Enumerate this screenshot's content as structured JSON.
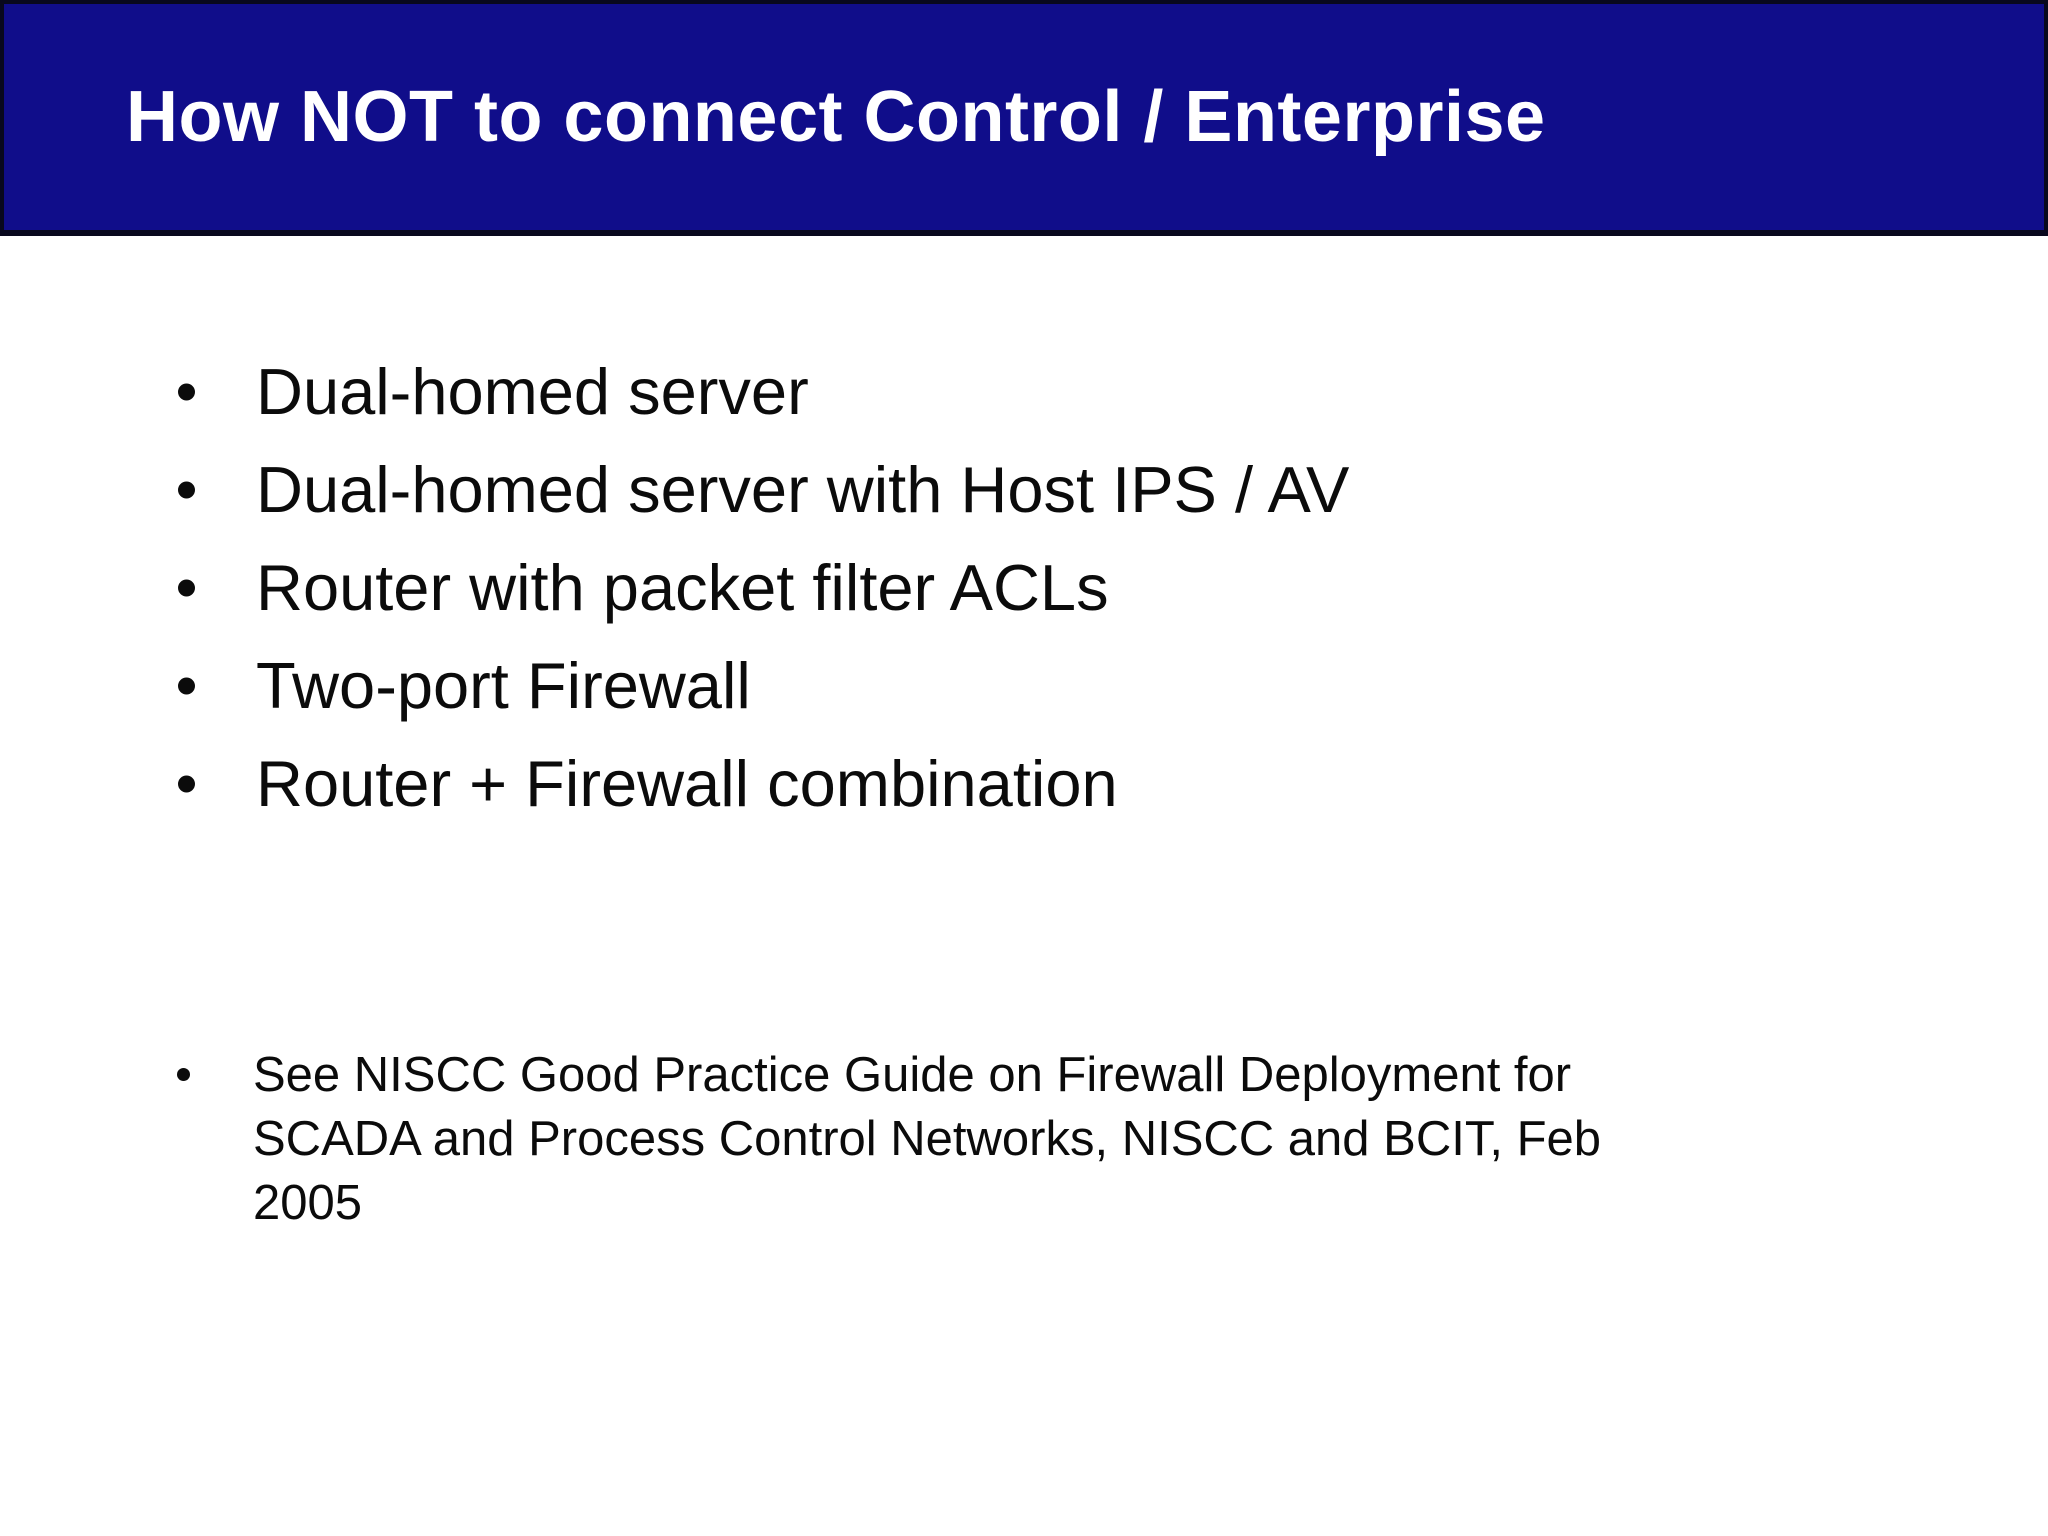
{
  "slide": {
    "title": "How NOT to connect Control / Enterprise",
    "bullets": [
      "Dual-homed server",
      "Dual-homed server with Host IPS / AV",
      "Router with packet filter ACLs",
      "Two-port Firewall",
      "Router + Firewall combination"
    ],
    "note_lines": [
      "See NISCC Good Practice Guide on Firewall Deployment for",
      "SCADA and Process Control Networks, NISCC and BCIT, Feb",
      "2005"
    ],
    "colors": {
      "header_bg": "#100d8a",
      "header_border": "#08081e",
      "title_text": "#ffffff",
      "body_text": "#0b0b0b",
      "slide_bg": "#ffffff"
    }
  }
}
